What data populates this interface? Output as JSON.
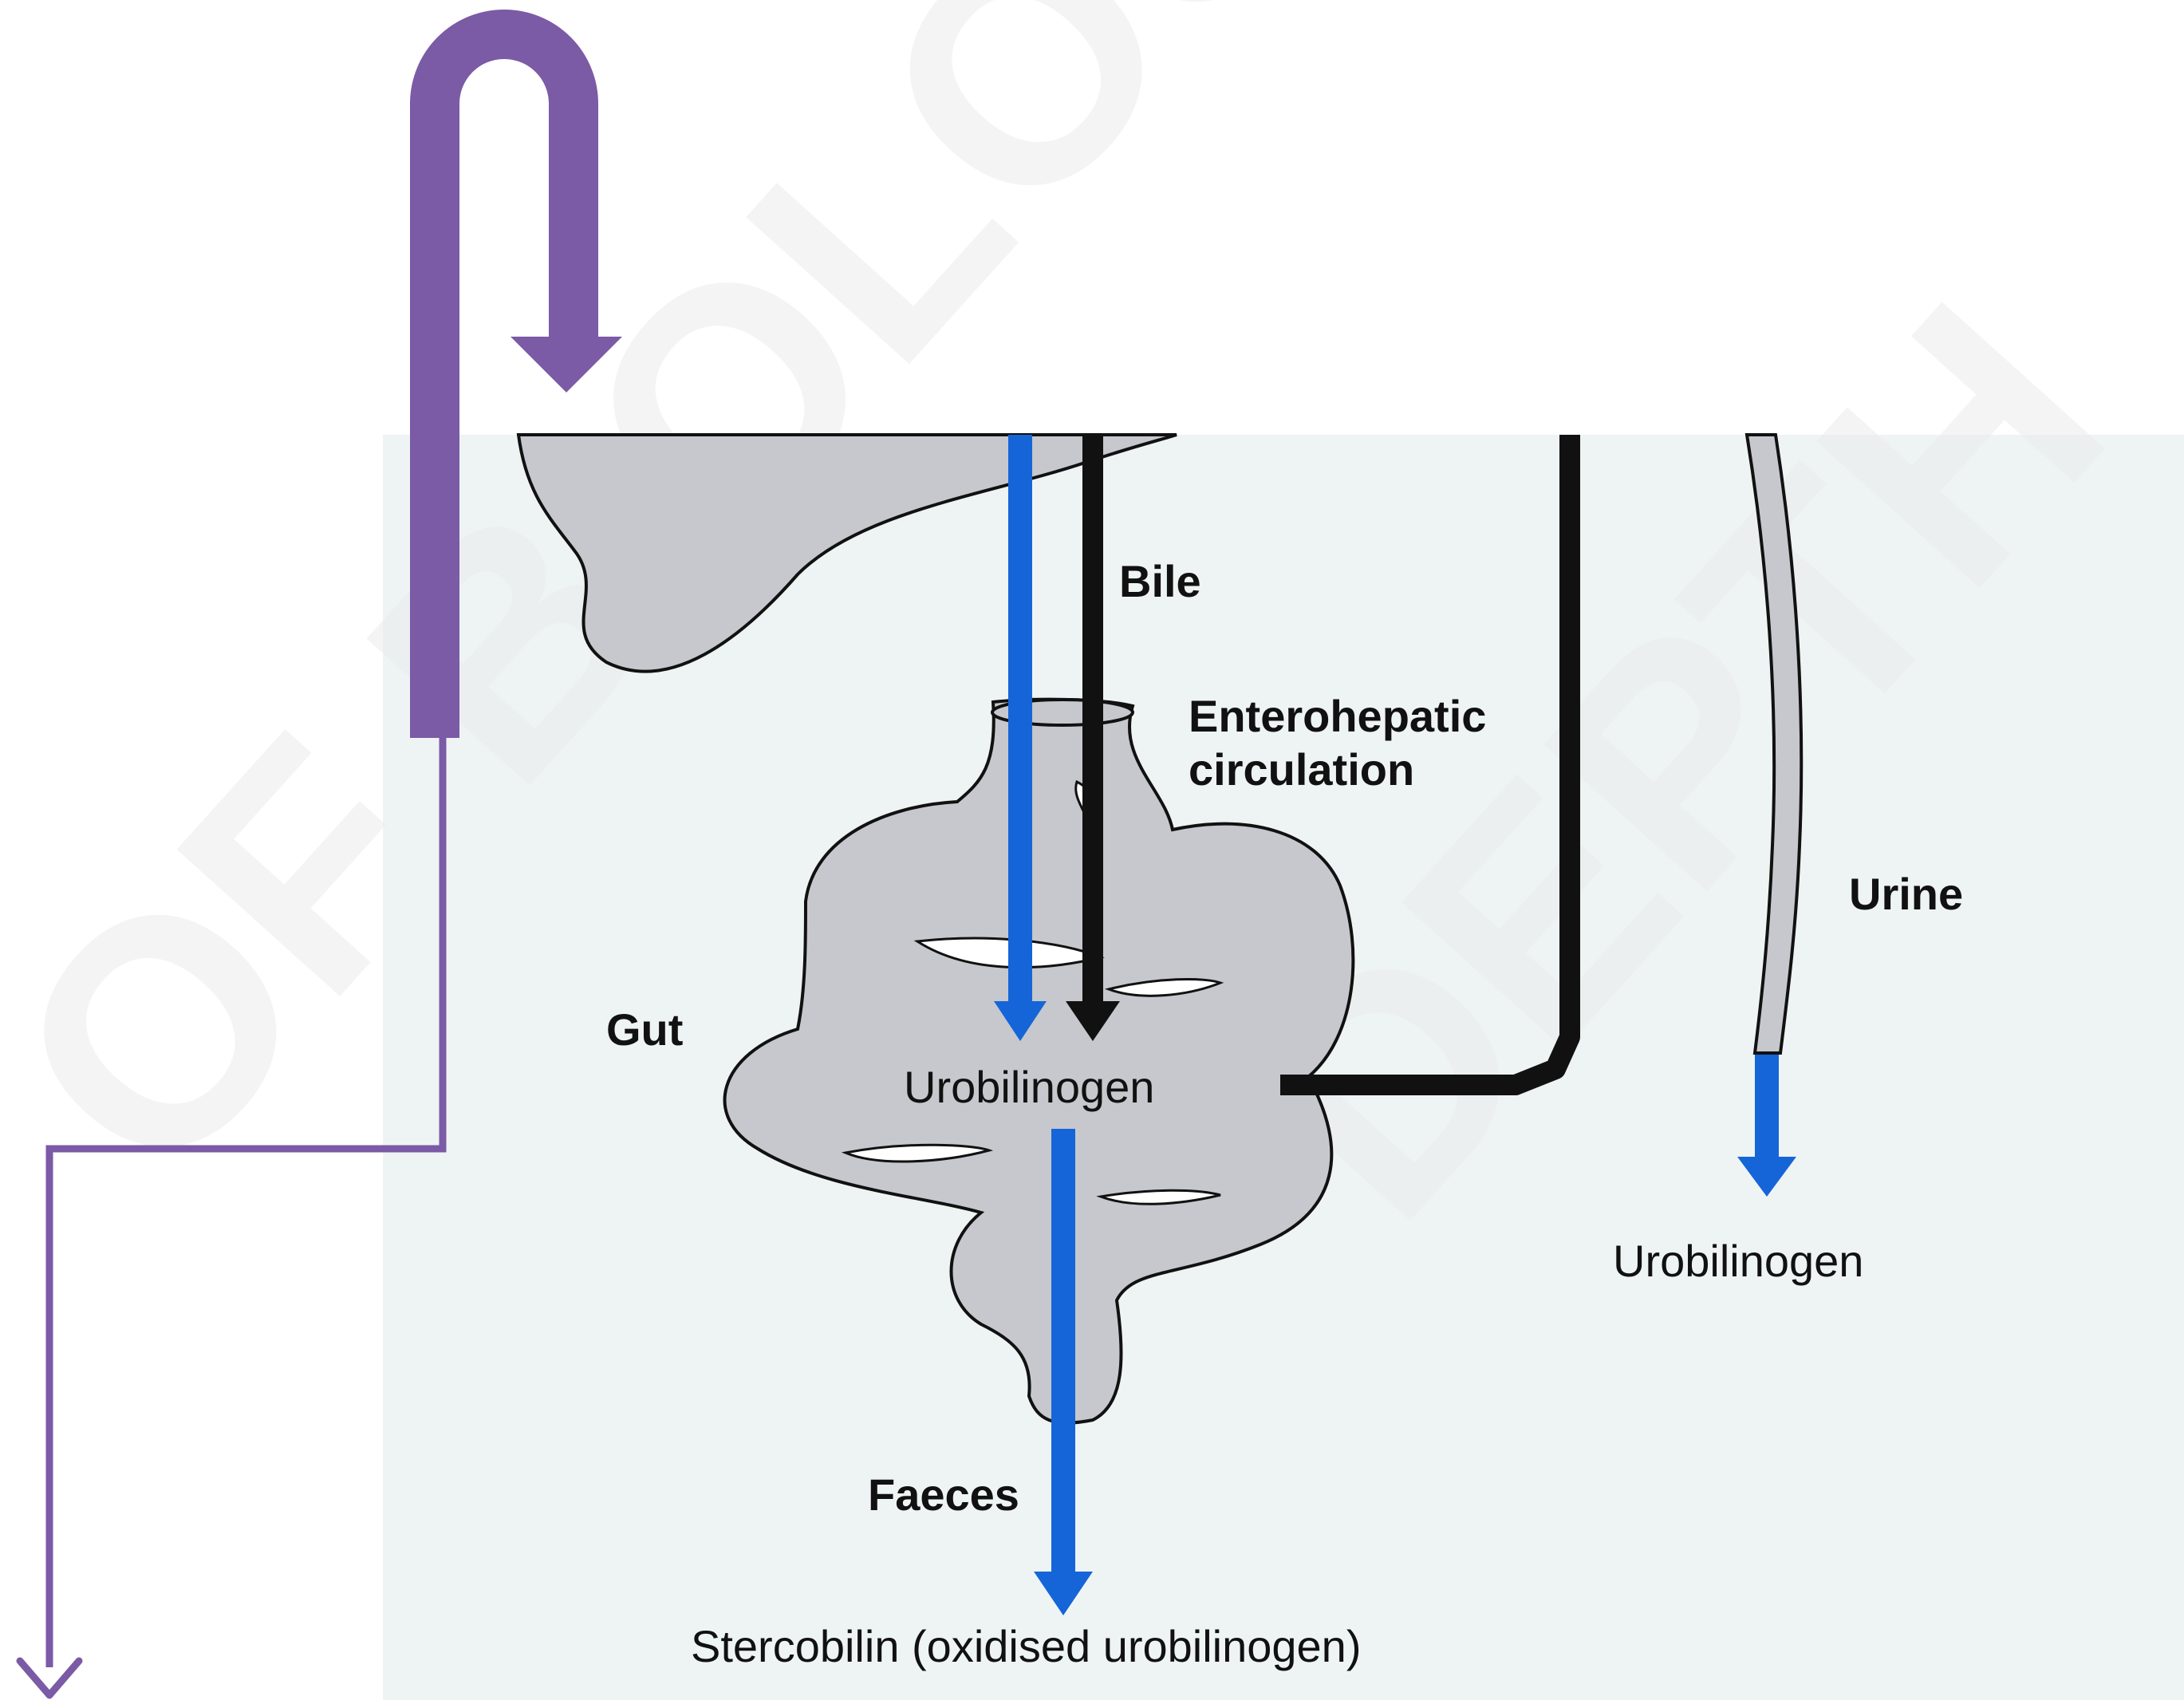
{
  "labels": {
    "bile": "Bile",
    "enterohepatic": [
      "Enterohepatic",
      "circulation"
    ],
    "urine": "Urine",
    "gut": "Gut",
    "urobilinogen_gut": "Urobilinogen",
    "urobilinogen_urine": "Urobilinogen",
    "faeces": "Faeces",
    "stercobilin": "Stercobilin (oxidised urobilinogen)"
  },
  "colors": {
    "background": "#ffffff",
    "diagram_panel": "#eef4f3",
    "organ_fill": "#c6c8cd",
    "outline": "#111111",
    "blue_arrow": "#1565d8",
    "black_arrow": "#111111",
    "purple_connector": "#7b5aa6",
    "watermark": "#ececec"
  },
  "watermark_text": [
    "OF BIOLOGY",
    "DEPTH"
  ],
  "icons": [
    "arrow-down-icon"
  ]
}
